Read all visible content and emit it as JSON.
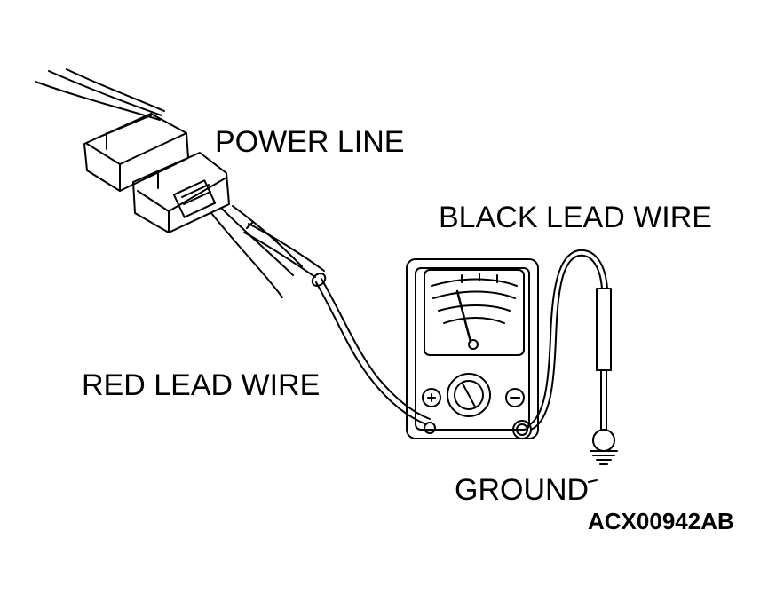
{
  "labels": {
    "power_line": "POWER LINE",
    "black_lead_wire": "BLACK LEAD WIRE",
    "red_lead_wire": "RED LEAD WIRE",
    "ground": "GROUND",
    "figure_code": "ACX00942AB"
  },
  "icons": [
    "connector-icon",
    "multimeter-icon",
    "probe-icon",
    "ground-clip-icon"
  ],
  "colors": {
    "line": "#000000",
    "background": "#ffffff"
  }
}
